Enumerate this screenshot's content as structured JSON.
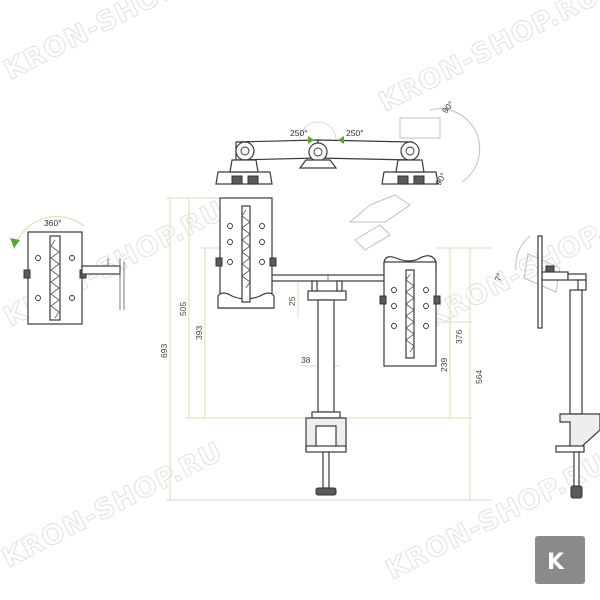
{
  "watermark": {
    "text": "KRON-SHOP.RU",
    "badge_letter": "K"
  },
  "angles": {
    "top_left": "250°",
    "top_right": "250°",
    "tilt_top": "90°",
    "tilt_bottom": "90°",
    "side_rotation": "360°",
    "tilt_side": "7°"
  },
  "dimensions": {
    "d693": "693",
    "d505": "505",
    "d393": "393",
    "d25": "25",
    "d38": "38",
    "d376": "376",
    "d239": "239",
    "d564": "564"
  },
  "colors": {
    "dimension_line": "#c9d9a6",
    "arrow": "#5fa23a",
    "badge": "#8a8a8a"
  }
}
